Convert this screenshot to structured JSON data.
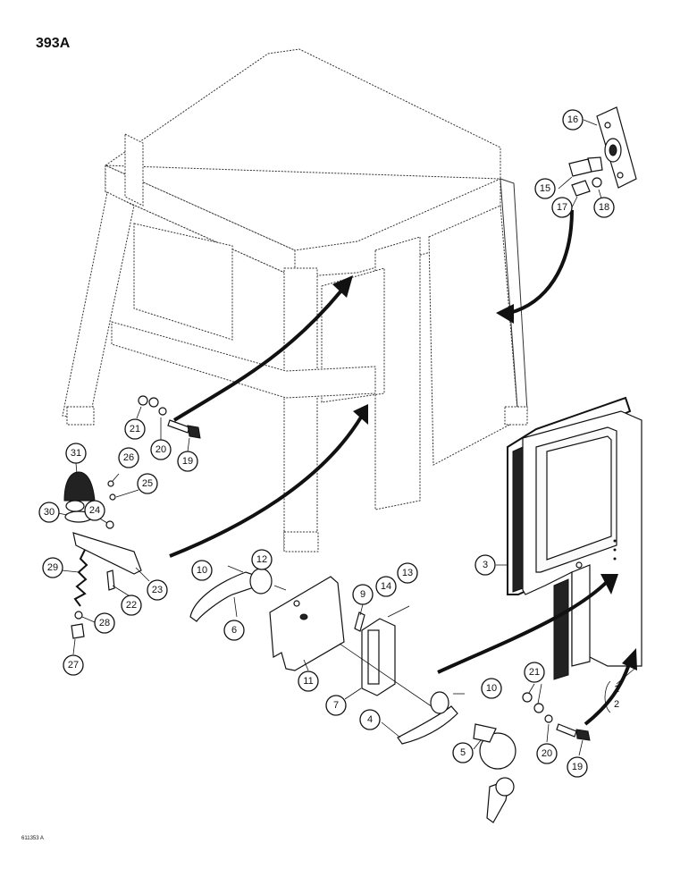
{
  "page": {
    "number": "393A",
    "footnote": "611353 A"
  },
  "callouts": [
    {
      "id": "c16",
      "label": "16"
    },
    {
      "id": "c15",
      "label": "15"
    },
    {
      "id": "c17",
      "label": "17"
    },
    {
      "id": "c18",
      "label": "18"
    },
    {
      "id": "c21a",
      "label": "21"
    },
    {
      "id": "c20a",
      "label": "20"
    },
    {
      "id": "c19a",
      "label": "19"
    },
    {
      "id": "c31",
      "label": "31"
    },
    {
      "id": "c26",
      "label": "26"
    },
    {
      "id": "c25",
      "label": "25"
    },
    {
      "id": "c30",
      "label": "30"
    },
    {
      "id": "c24",
      "label": "24"
    },
    {
      "id": "c29",
      "label": "29"
    },
    {
      "id": "c23",
      "label": "23"
    },
    {
      "id": "c22",
      "label": "22"
    },
    {
      "id": "c28",
      "label": "28"
    },
    {
      "id": "c27",
      "label": "27"
    },
    {
      "id": "c10a",
      "label": "10"
    },
    {
      "id": "c12",
      "label": "12"
    },
    {
      "id": "c6",
      "label": "6"
    },
    {
      "id": "c11",
      "label": "11"
    },
    {
      "id": "c9",
      "label": "9"
    },
    {
      "id": "c14",
      "label": "14"
    },
    {
      "id": "c13",
      "label": "13"
    },
    {
      "id": "c7",
      "label": "7"
    },
    {
      "id": "c10b",
      "label": "10"
    },
    {
      "id": "c4",
      "label": "4"
    },
    {
      "id": "c5",
      "label": "5"
    },
    {
      "id": "c3",
      "label": "3"
    },
    {
      "id": "c21b",
      "label": "21"
    },
    {
      "id": "c20b",
      "label": "20"
    },
    {
      "id": "c19b",
      "label": "19"
    },
    {
      "id": "c1",
      "label": "1"
    },
    {
      "id": "c2",
      "label": "2"
    }
  ]
}
